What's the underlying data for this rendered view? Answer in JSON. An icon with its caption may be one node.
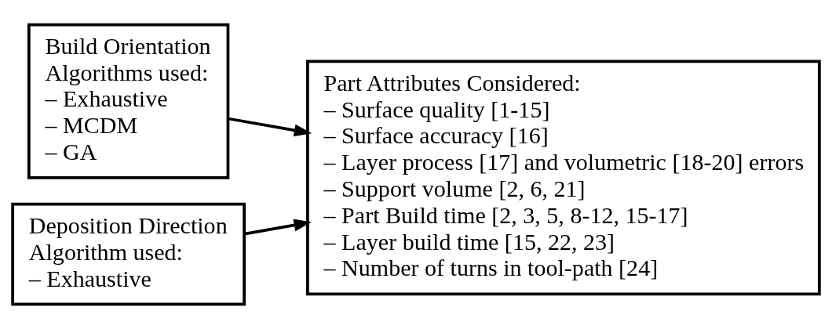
{
  "diagram": {
    "nodes": [
      {
        "text": [
          "Build Orientation",
          "Algorithms used:",
          "– Exhaustive",
          "– MCDM",
          "– GA"
        ]
      },
      {
        "text": [
          "Deposition Direction",
          "Algorithm used:",
          "– Exhaustive"
        ]
      },
      {
        "text": [
          "Part Attributes Considered:",
          "– Surface quality [1-15]",
          "– Surface accuracy [16]",
          "– Layer process [17] and volumetric [18-20] errors",
          "– Support volume [2, 6, 21]",
          "– Part Build time [2, 3, 5, 8-12, 15-17]",
          "– Layer build time [15, 22, 23]",
          "– Number of turns in tool-path [24]"
        ]
      }
    ],
    "edges": [
      {
        "from": 0,
        "to": 2,
        "arrow": "to"
      },
      {
        "from": 1,
        "to": 2,
        "arrow": "to"
      }
    ]
  }
}
